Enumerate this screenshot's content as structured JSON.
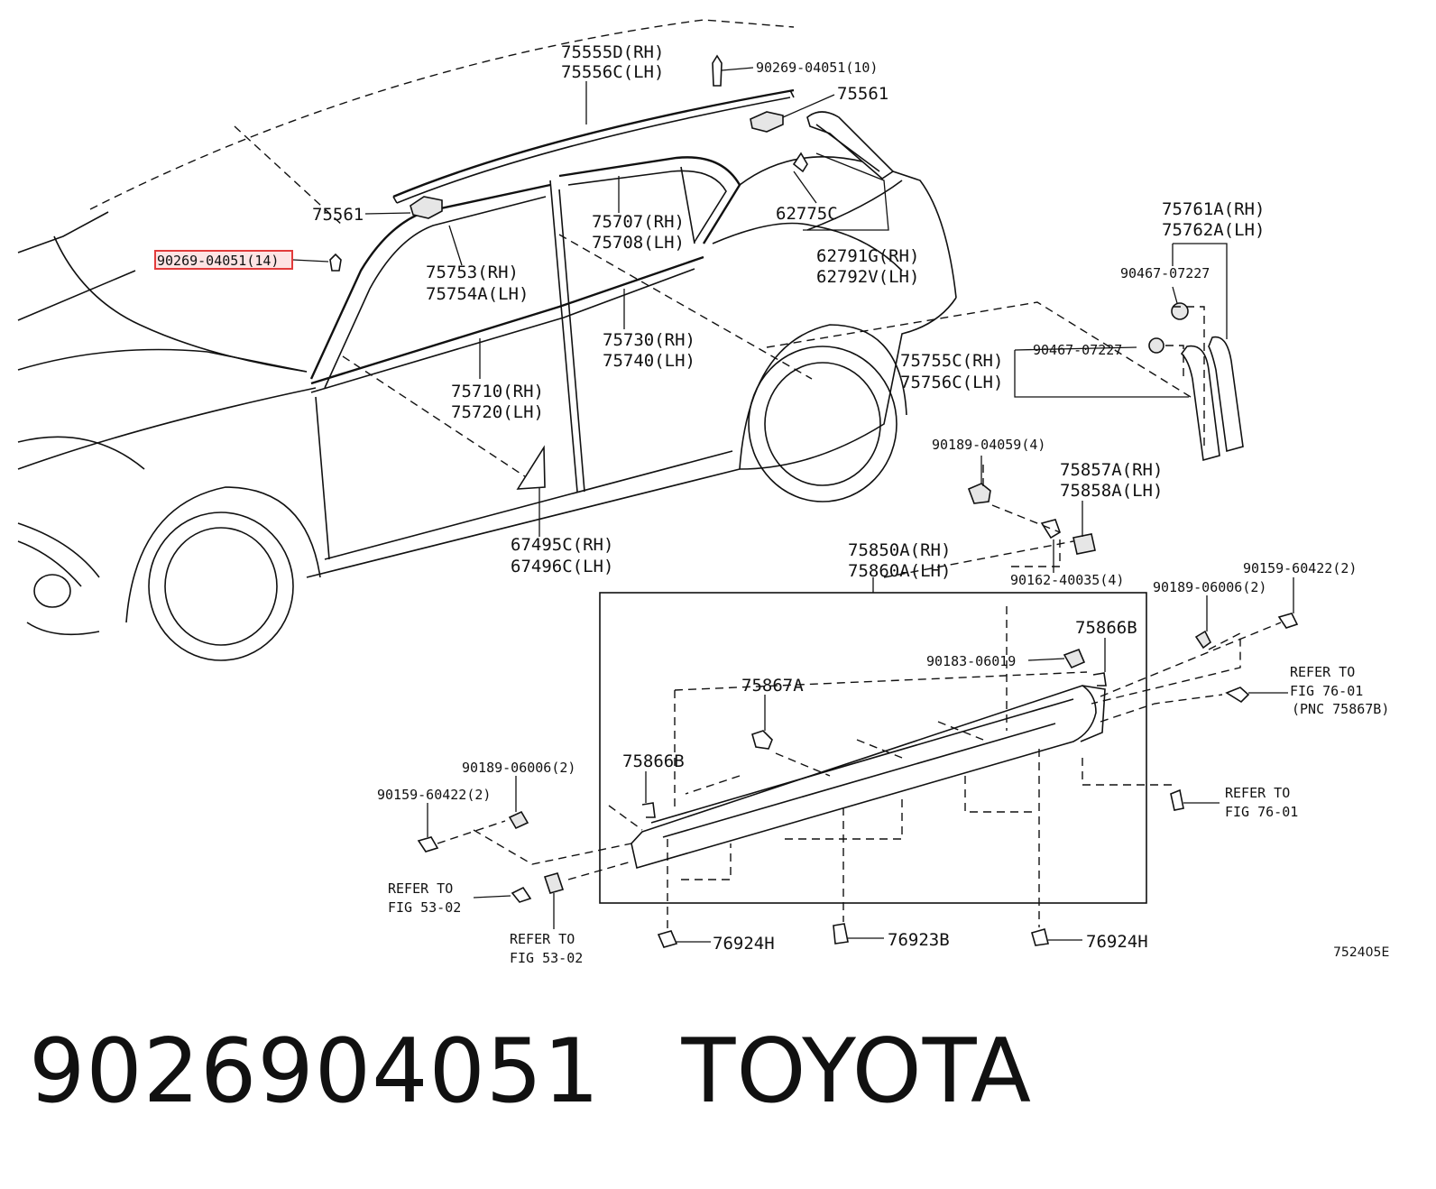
{
  "callouts": {
    "c75555d": "75555D(RH)",
    "c75556c": "75556C(LH)",
    "c90269_10": "90269-04051(10)",
    "c75561a": "75561",
    "c75561b": "75561",
    "c90269_14": "90269-04051(14)",
    "c75753": "75753(RH)",
    "c75754a": "75754A(LH)",
    "c75707": "75707(RH)",
    "c75708": "75708(LH)",
    "c62775c": "62775C",
    "c62791g": "62791G(RH)",
    "c62792v": "62792V(LH)",
    "c75761a": "75761A(RH)",
    "c75762a": "75762A(LH)",
    "c90467a": "90467-07227",
    "c90467b": "90467-07227",
    "c75730": "75730(RH)",
    "c75740": "75740(LH)",
    "c75755c": "75755C(RH)",
    "c75756c": "75756C(LH)",
    "c75710": "75710(RH)",
    "c75720": "75720(LH)",
    "c90189_04059": "90189-04059(4)",
    "c75857a": "75857A(RH)",
    "c75858a": "75858A(LH)",
    "c67495c": "67495C(RH)",
    "c67496c": "67496C(LH)",
    "c75850a": "75850A(RH)",
    "c75860a": "75860A(LH)",
    "c90162": "90162-40035(4)",
    "c90159_r": "90159-60422(2)",
    "c90189_06006_r": "90189-06006(2)",
    "c75866b_r": "75866B",
    "c90183": "90183-06019",
    "c75867a": "75867A",
    "c75866b_l": "75866B",
    "c90189_06006_l": "90189-06006(2)",
    "c90159_l": "90159-60422(2)",
    "ref7601a_1": "REFER TO",
    "ref7601a_2": "FIG 76-01",
    "ref7601a_3": "(PNC 75867B)",
    "ref7601b_1": "REFER TO",
    "ref7601b_2": "FIG 76-01",
    "ref5302a_1": "REFER TO",
    "ref5302a_2": "FIG 53-02",
    "ref5302b_1": "REFER TO",
    "ref5302b_2": "FIG 53-02",
    "c76924h_l": "76924H",
    "c76923b": "76923B",
    "c76924h_r": "76924H",
    "figure_id": "752405E"
  },
  "footer": {
    "part_number": "9026904051",
    "brand": "TOYOTA"
  },
  "colors": {
    "highlight_fill": "#fde4e4",
    "highlight_border": "#e23b3b"
  }
}
